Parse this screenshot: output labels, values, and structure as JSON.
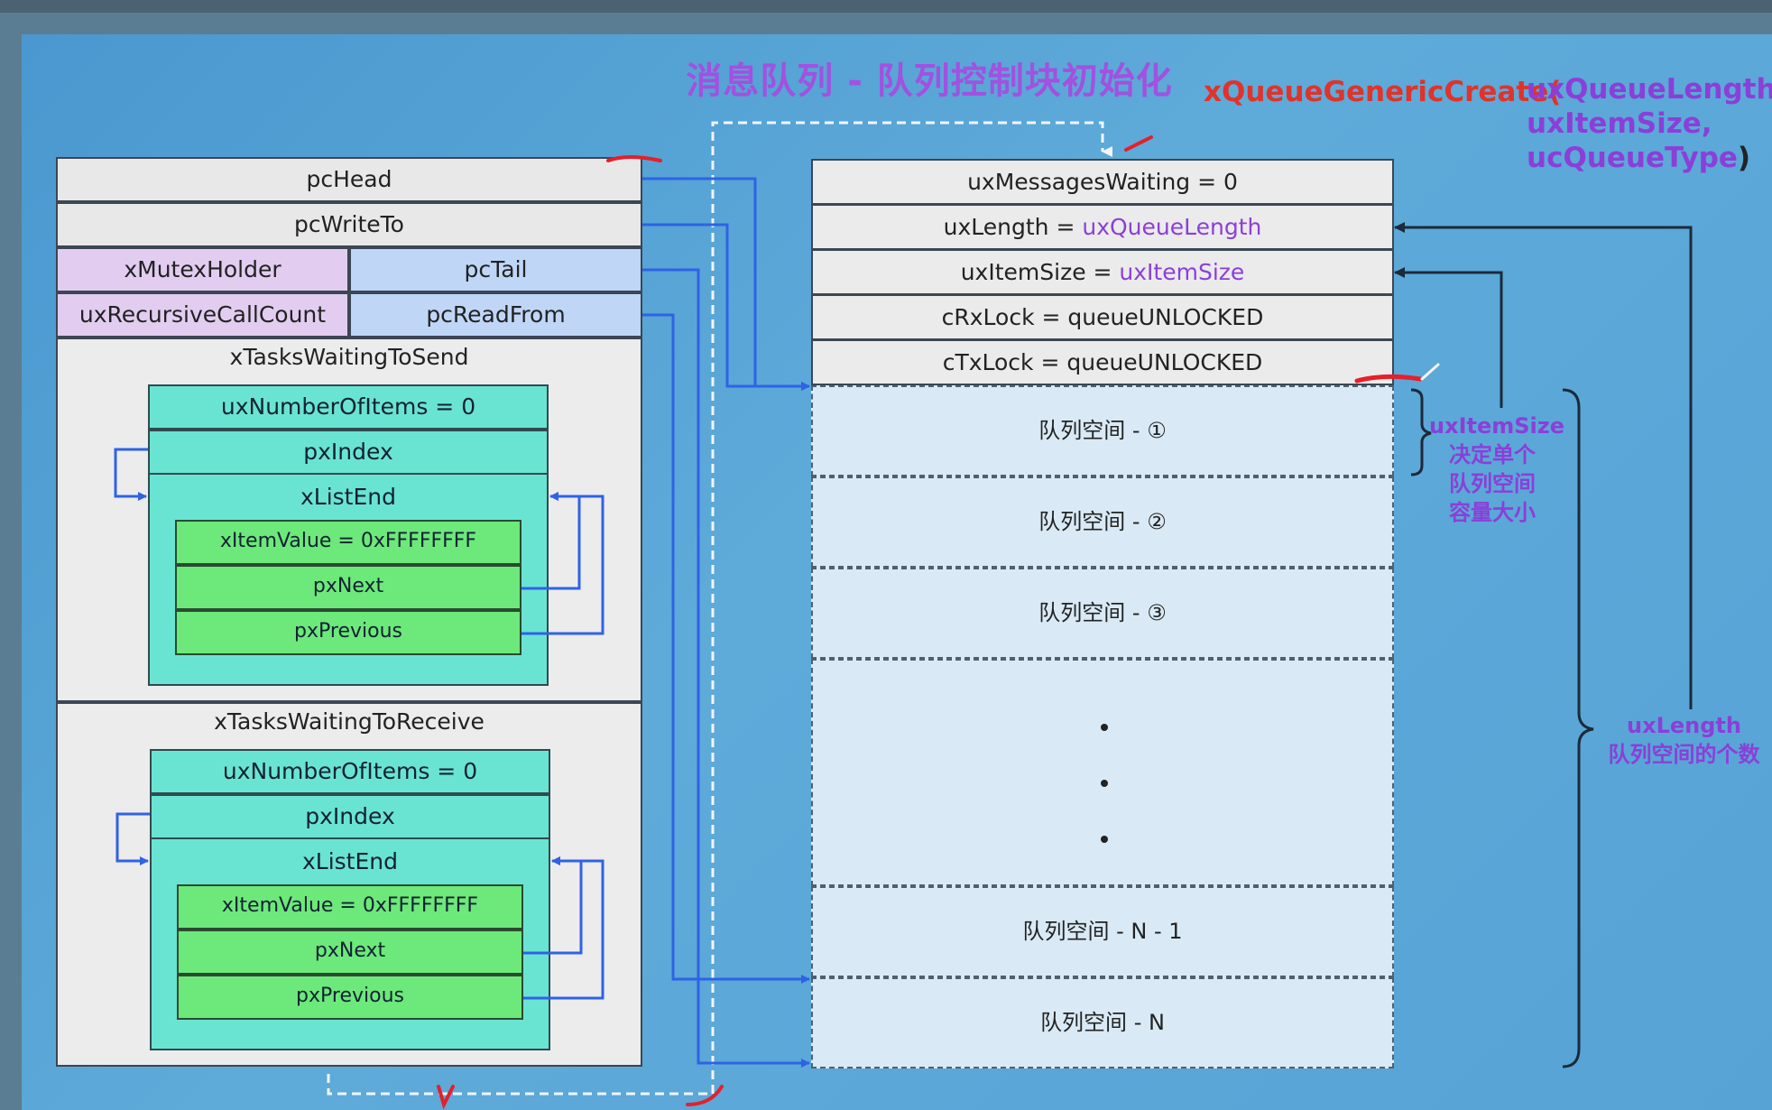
{
  "title": "消息队列 - 队列控制块初始化",
  "function_call": {
    "name": "xQueueGenericCreate(",
    "params": [
      "uxQueueLength ,",
      "uxItemSize,",
      "ucQueueType"
    ],
    "close": ")"
  },
  "control_block": {
    "pcHead": "pcHead",
    "pcWriteTo": "pcWriteTo",
    "xMutexHolder": "xMutexHolder",
    "pcTail": "pcTail",
    "uxRecursiveCallCount": "uxRecursiveCallCount",
    "pcReadFrom": "pcReadFrom",
    "send_list": {
      "title": "xTasksWaitingToSend",
      "uxNumberOfItems": "uxNumberOfItems = 0",
      "pxIndex": "pxIndex",
      "xListEnd": "xListEnd",
      "xItemValue": "xItemValue = 0xFFFFFFFF",
      "pxNext": "pxNext",
      "pxPrevious": "pxPrevious"
    },
    "receive_list": {
      "title": "xTasksWaitingToReceive",
      "uxNumberOfItems": "uxNumberOfItems = 0",
      "pxIndex": "pxIndex",
      "xListEnd": "xListEnd",
      "xItemValue": "xItemValue = 0xFFFFFFFF",
      "pxNext": "pxNext",
      "pxPrevious": "pxPrevious"
    }
  },
  "queue": {
    "uxMessagesWaiting": "uxMessagesWaiting = 0",
    "uxLength_prefix": "uxLength = ",
    "uxLength_value": "uxQueueLength",
    "uxItemSize_prefix": "uxItemSize = ",
    "uxItemSize_value": "uxItemSize",
    "cRxLock": "cRxLock = queueUNLOCKED",
    "cTxLock": "cTxLock = queueUNLOCKED",
    "slots": [
      "队列空间 - ①",
      "队列空间 - ②",
      "队列空间 - ③",
      "队列空间 - N - 1",
      "队列空间 - N"
    ]
  },
  "annotations": {
    "item_size_note": [
      "uxItemSize",
      "决定单个",
      "队列空间",
      "容量大小"
    ],
    "length_note": [
      "uxLength",
      "队列空间的个数"
    ]
  },
  "colors": {
    "title": "#a251e0",
    "function_name": "#e0332b",
    "param": "#8b3fd8",
    "pointer_arrow": "#2f62e6",
    "cyan_list": "#6ae4d2",
    "green_item": "#6de87a"
  }
}
